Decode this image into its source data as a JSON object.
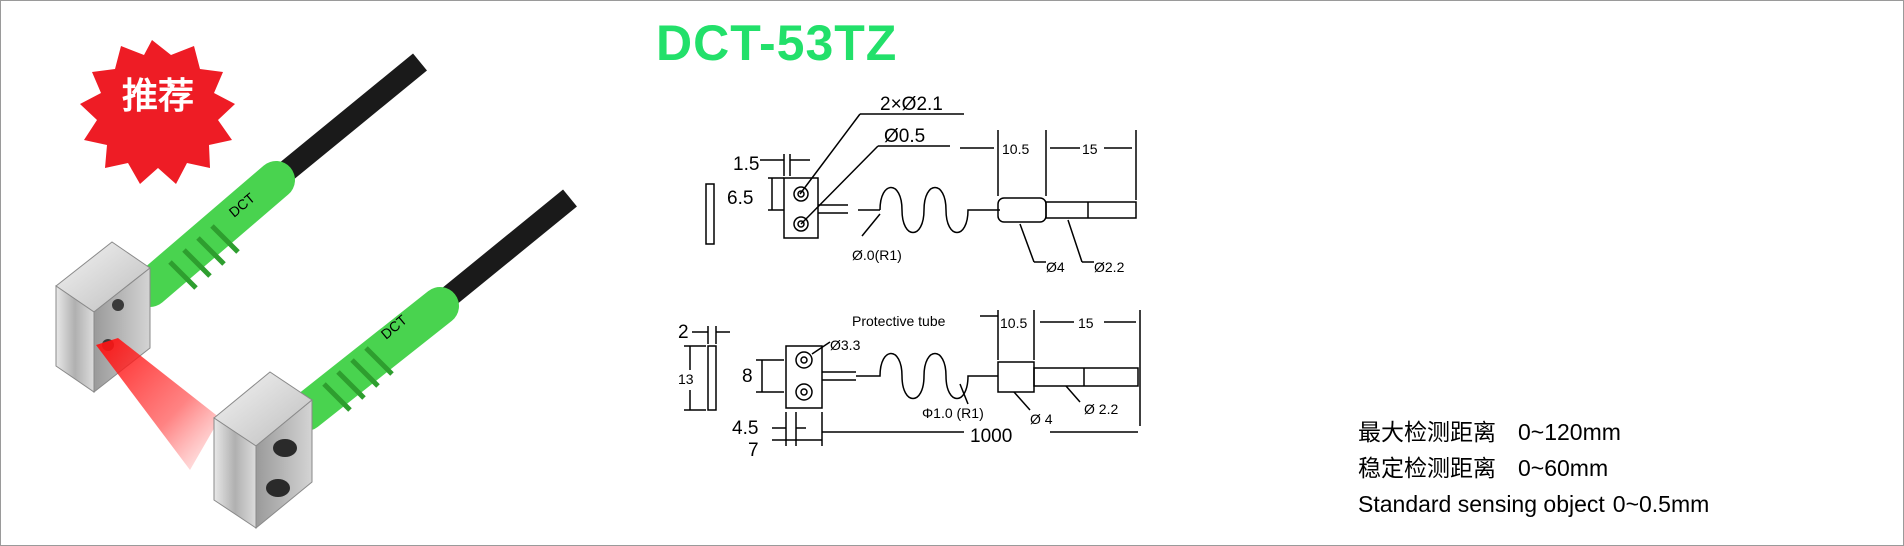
{
  "badge": {
    "text": "推荐",
    "color": "#ee1c25"
  },
  "product": {
    "model": "DCT-53TZ",
    "title_color": "#22e06a",
    "cable_brand": "DCT"
  },
  "drawing_top": {
    "holes": "2×Ø2.1",
    "fiber": "Ø0.5",
    "width": "1.5",
    "height": "6.5",
    "bend": "Ø.0(R1)",
    "len_a": "10.5",
    "len_b": "15",
    "dia_a": "Ø4",
    "dia_b": "Ø2.2"
  },
  "drawing_bottom": {
    "thickness": "2",
    "height_outer": "13",
    "pitch": "8",
    "hole": "Ø3.3",
    "tube": "Protective tube",
    "len_a": "10.5",
    "len_b": "15",
    "bend": "Φ1.0 (R1)",
    "dia_a": "Ø 4",
    "dia_b": "Ø 2.2",
    "width_a": "4.5",
    "width_b": "7",
    "total": "1000"
  },
  "specs": [
    {
      "label": "最大检测距离",
      "value": "0~120mm"
    },
    {
      "label": "稳定检测距离",
      "value": "0~60mm"
    },
    {
      "label": "Standard sensing object",
      "value": "0~0.5mm"
    }
  ]
}
